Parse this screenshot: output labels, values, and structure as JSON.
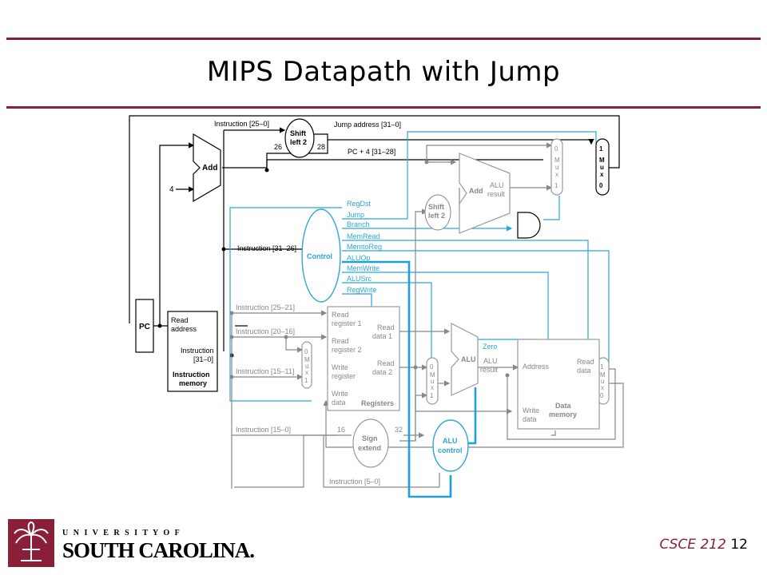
{
  "title": "MIPS Datapath with Jump",
  "footer": {
    "course": "CSCE 212",
    "page": "12"
  },
  "logo": {
    "line1": "U N I V E R S I T Y   O F",
    "line2": "SOUTH CAROLINA."
  },
  "colors": {
    "rule": "#8a1f3a",
    "control": "#2aa7d8",
    "datapath": "#888888",
    "highlight": "#1ba1dc"
  },
  "diagram": {
    "pc": "PC",
    "add_top": "Add",
    "four": "4",
    "shift_top": "Shift\nleft 2",
    "instr_25_0": "Instruction [25–0]",
    "n26": "26",
    "n28": "28",
    "jump_addr": "Jump address [31–0]",
    "pc4": "PC + 4 [31–28]",
    "control": "Control",
    "signals": [
      "RegDst",
      "Jump",
      "Branch",
      "MemRead",
      "MemtoReg",
      "ALUOp",
      "MemWrite",
      "ALUSrc",
      "RegWrite"
    ],
    "instr_31_26": "Instruction [31–26]",
    "instr_25_21": "Instruction [25–21]",
    "instr_20_16": "Instruction [20–16]",
    "instr_15_11": "Instruction [15–11]",
    "instr_15_0": "Instruction [15–0]",
    "instr_5_0": "Instruction [5–0]",
    "imem_read": "Read\naddress",
    "imem_instr": "Instruction\n[31–0]",
    "imem_title": "Instruction\nmemory",
    "reg_r1": "Read\nregister 1",
    "reg_r2": "Read\nregister 2",
    "reg_w": "Write\nregister",
    "reg_wd": "Write\ndata",
    "reg_d1": "Read\ndata 1",
    "reg_d2": "Read\ndata 2",
    "registers": "Registers",
    "alu": "ALU",
    "zero": "Zero",
    "alu_result": "ALU\nresult",
    "add2": "Add",
    "add2_result": "ALU\nresult",
    "shift2": "Shift\nleft 2",
    "sign_extend": "Sign\nextend",
    "n16": "16",
    "n32": "32",
    "alu_control": "ALU\ncontrol",
    "dmem_addr": "Address",
    "dmem_read": "Read\ndata",
    "dmem_write": "Write\ndata",
    "dmem_title": "Data\nmemory",
    "mux": "M\nu\nx",
    "zero_sym": "0",
    "one_sym": "1"
  }
}
